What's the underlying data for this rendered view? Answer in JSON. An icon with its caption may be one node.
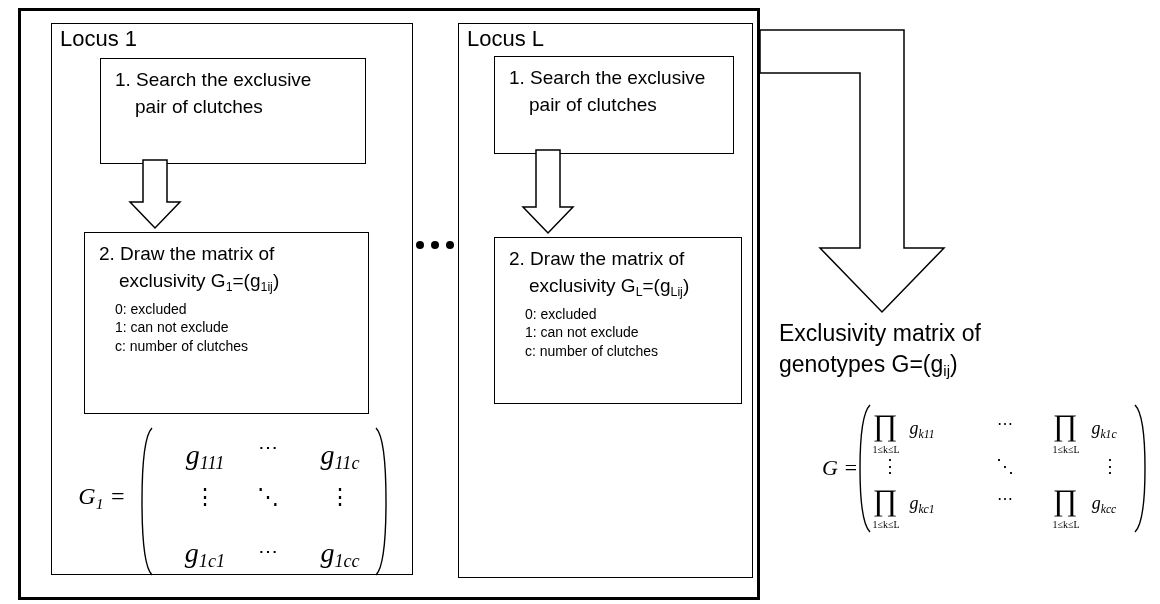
{
  "diagram": {
    "nodes": [
      {
        "text": [],
        "shape": "box"
      },
      {
        "text": [
          "Locus 1"
        ],
        "in": 0
      },
      {
        "text": [
          "1. Search the exclusive pair of clutches"
        ],
        "in": 1
      },
      {
        "text": [
          "2. Draw the matrix of exclusivity G$_{1}$=(g$_{1ij}$)",
          "0: excluded",
          "1: can not exclude",
          "c: number of clutches"
        ],
        "in": 1
      },
      {
        "text": [
          "Locus L"
        ],
        "in": 0
      },
      {
        "text": [
          "1. Search the exclusive pair of clutches"
        ],
        "in": 4
      },
      {
        "text": [
          "2. Draw the matrix of exclusivity G$_{L}$=(g$_{Lij}$)",
          "0: excluded",
          "1: can not exclude",
          "c: number of clutches"
        ],
        "in": 4
      },
      {
        "text": [
          "Exclusivity matrix of genotypes G=(g$_{ij}$)"
        ]
      }
    ],
    "edges": [
      {
        "from": 2,
        "to": 3,
        "arrow": "to"
      },
      {
        "from": 5,
        "to": 6,
        "arrow": "to"
      },
      {
        "from": 0,
        "to": 7,
        "arrow": "to"
      }
    ],
    "labels": [
      "G$_{1}$ =",
      "g$_{111}$",
      "⋯",
      "g$_{11c}$",
      "⋮",
      "⋱",
      "⋮",
      "g$_{1c1}$",
      "⋯",
      "g$_{1cc}$",
      "G =",
      "∏",
      "1≤k≤L",
      "g$_{k11}$",
      "⋯",
      "∏",
      "1≤k≤L",
      "g$_{k1c}$",
      "⋮",
      "⋱",
      "⋮",
      "∏",
      "1≤k≤L",
      "g$_{kc1}$",
      "⋯",
      "∏",
      "1≤k≤L",
      "g$_{kcc}$"
    ]
  }
}
